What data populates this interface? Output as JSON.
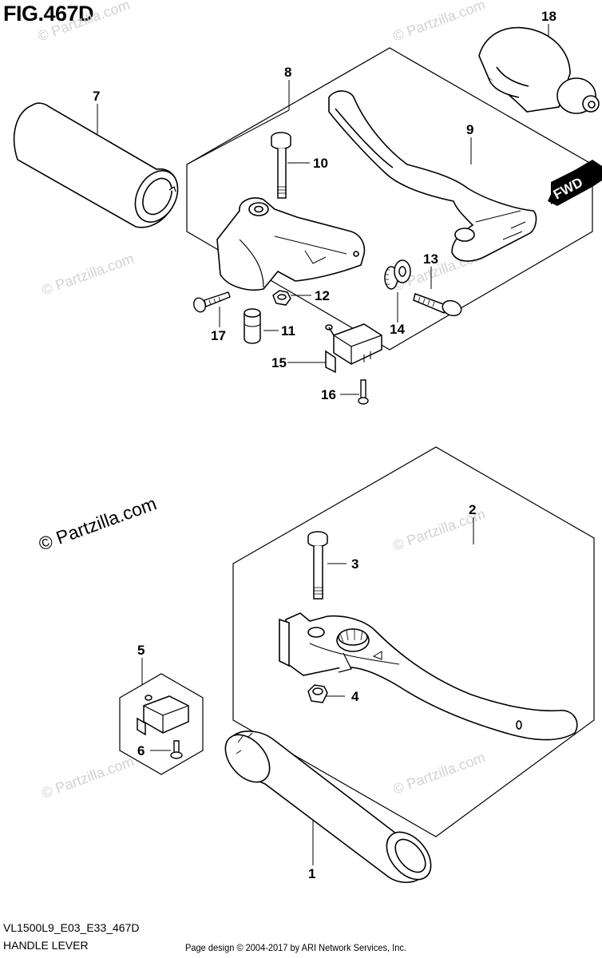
{
  "figure": {
    "title": "FIG.467D"
  },
  "watermarks": {
    "small": "© Partzilla.com",
    "large": "© Partzilla.com"
  },
  "direction_badge": {
    "label": "FWD"
  },
  "callouts": [
    "1",
    "2",
    "3",
    "4",
    "5",
    "6",
    "7",
    "8",
    "9",
    "10",
    "11",
    "12",
    "13",
    "14",
    "15",
    "16",
    "17",
    "18"
  ],
  "footer": {
    "model_code": "VL1500L9_E03_E33_467D",
    "diagram_name": "HANDLE LEVER",
    "credit": "Page design © 2004-2017 by ARI Network Services, Inc."
  }
}
